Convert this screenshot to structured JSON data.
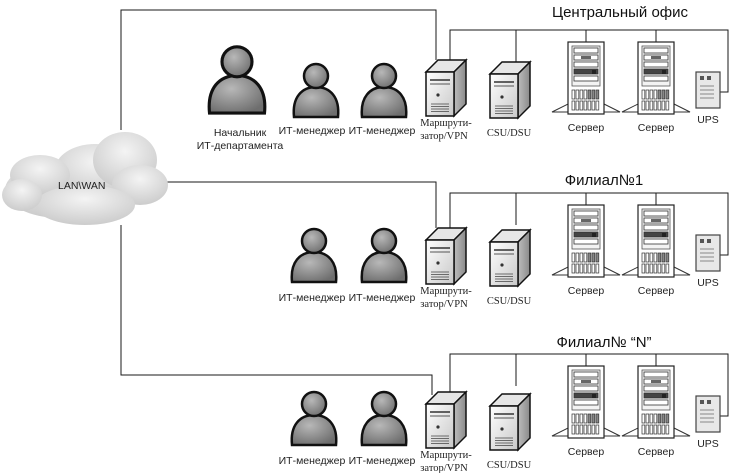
{
  "cloud": {
    "label": "LAN\\WAN"
  },
  "sites": [
    {
      "title": "Центральный офис",
      "people": [
        {
          "role": "head",
          "label_lines": [
            "Начальник",
            "ИТ-департамента"
          ]
        },
        {
          "role": "manager",
          "label_lines": [
            "ИТ-менеджер"
          ]
        },
        {
          "role": "manager",
          "label_lines": [
            "ИТ-менеджер"
          ]
        }
      ],
      "router": {
        "label_lines": [
          "Маршрути-",
          "затор/VPN"
        ]
      },
      "csu": {
        "label": "CSU/DSU"
      },
      "servers": [
        {
          "label": "Сервер"
        },
        {
          "label": "Сервер"
        }
      ],
      "ups": {
        "label": "UPS"
      }
    },
    {
      "title": "Филиал№1",
      "people": [
        {
          "role": "manager",
          "label_lines": [
            "ИТ-менеджер"
          ]
        },
        {
          "role": "manager",
          "label_lines": [
            "ИТ-менеджер"
          ]
        }
      ],
      "router": {
        "label_lines": [
          "Маршрути-",
          "затор/VPN"
        ]
      },
      "csu": {
        "label": "CSU/DSU"
      },
      "servers": [
        {
          "label": "Сервер"
        },
        {
          "label": "Сервер"
        }
      ],
      "ups": {
        "label": "UPS"
      }
    },
    {
      "title": "Филиал№ “N”",
      "people": [
        {
          "role": "manager",
          "label_lines": [
            "ИТ-менеджер"
          ]
        },
        {
          "role": "manager",
          "label_lines": [
            "ИТ-менеджер"
          ]
        }
      ],
      "router": {
        "label_lines": [
          "Маршрути-",
          "затор/VPN"
        ]
      },
      "csu": {
        "label": "CSU/DSU"
      },
      "servers": [
        {
          "label": "Сервер"
        },
        {
          "label": "Сервер"
        }
      ],
      "ups": {
        "label": "UPS"
      }
    }
  ]
}
